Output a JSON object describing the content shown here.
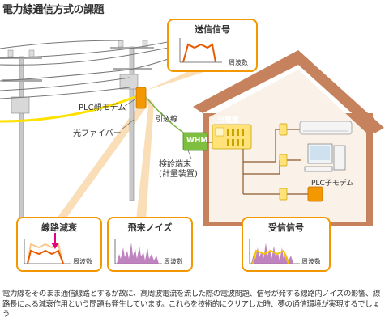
{
  "title": "電力線通信方式の課題",
  "labels": {
    "plc_parent": "PLC親モデム",
    "optical_fiber": "光ファイバー",
    "service_line": "引込線",
    "whm": "WHM",
    "meter_terminal": "検診端末\n(計量装置)",
    "distribution_board": "分電盤",
    "plc_child": "PLC子モデム"
  },
  "panels": {
    "send": {
      "title": "送信信号",
      "axis": "周波数"
    },
    "line_loss": {
      "title": "線路減衰",
      "axis": "周波数"
    },
    "noise": {
      "title": "飛来ノイズ",
      "axis": "周波数"
    },
    "receive": {
      "title": "受信信号",
      "axis": "周波数"
    }
  },
  "colors": {
    "accent": "#f39800",
    "house": "#c5825c",
    "interior": "#faf1e8",
    "signal_purple": "#b46eb4",
    "arrow_pink": "#e4007f",
    "fiber_yellow": "#ffe100"
  },
  "description": "電力線をそのまま通信線路とするが故に、高周波電流を流した際の電波問題、信号が発する線路内ノイズの影響、線路長による減衰作用という問題も発生しています。これらを技術的にクリアした時、夢の通信環境が実現するでしょう"
}
